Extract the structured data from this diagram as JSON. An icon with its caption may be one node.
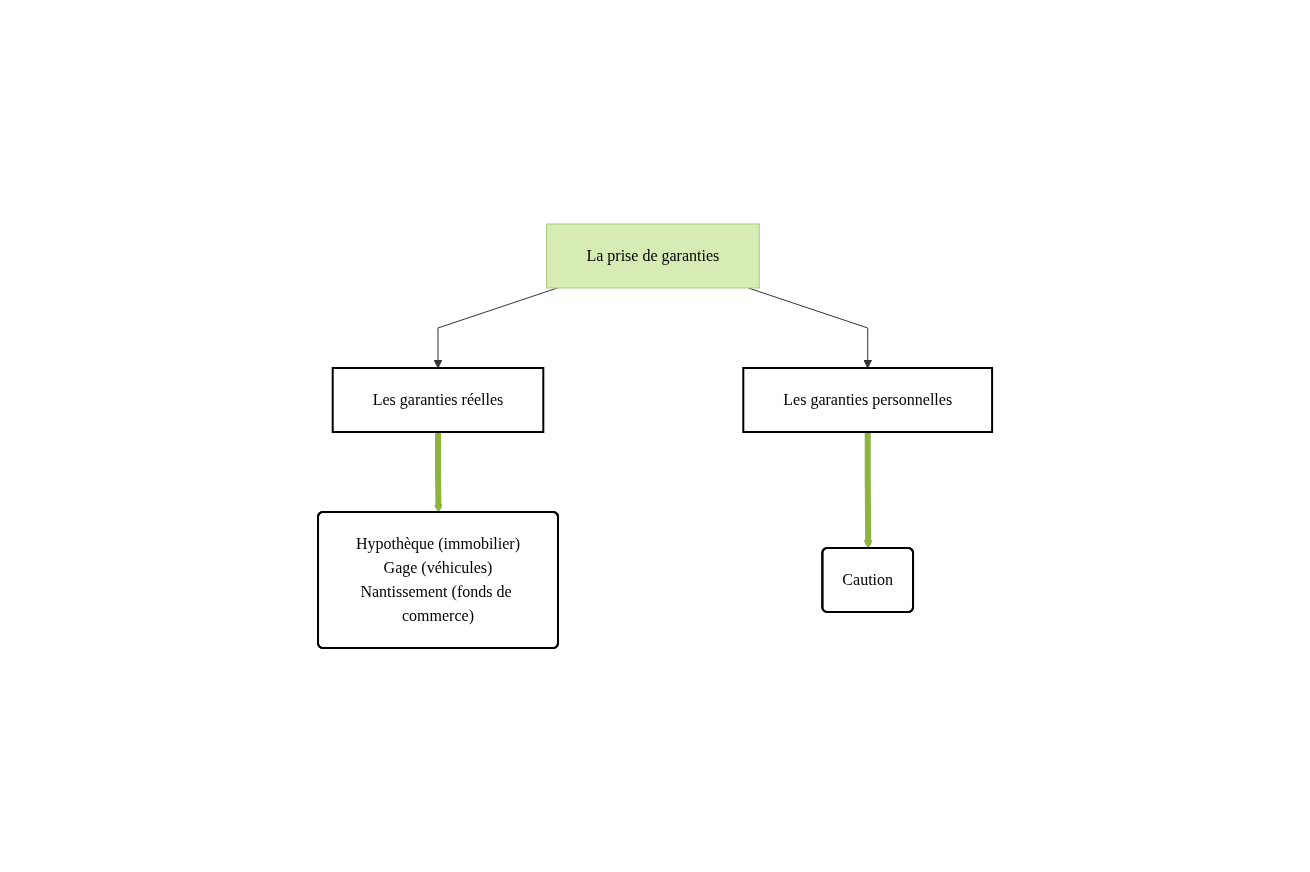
{
  "diagram": {
    "nodes": [
      {
        "text": [
          "La prise de garanties"
        ]
      },
      {
        "text": [
          "Les garanties réelles"
        ]
      },
      {
        "text": [
          "Les garanties personnelles"
        ]
      },
      {
        "text": [
          "Hypothèque (immobilier)",
          "Gage (véhicules)",
          "Nantissement (fonds de commerce)"
        ]
      },
      {
        "text": [
          "Caution"
        ]
      }
    ],
    "edges": [
      {
        "from": 0,
        "to": 1,
        "arrow": "to"
      },
      {
        "from": 0,
        "to": 2,
        "arrow": "to"
      },
      {
        "from": 1,
        "to": 3,
        "arrow": "to",
        "style": "thick",
        "color": "#8db53c"
      },
      {
        "from": 2,
        "to": 4,
        "arrow": "to",
        "style": "thick",
        "color": "#8db53c"
      }
    ]
  }
}
